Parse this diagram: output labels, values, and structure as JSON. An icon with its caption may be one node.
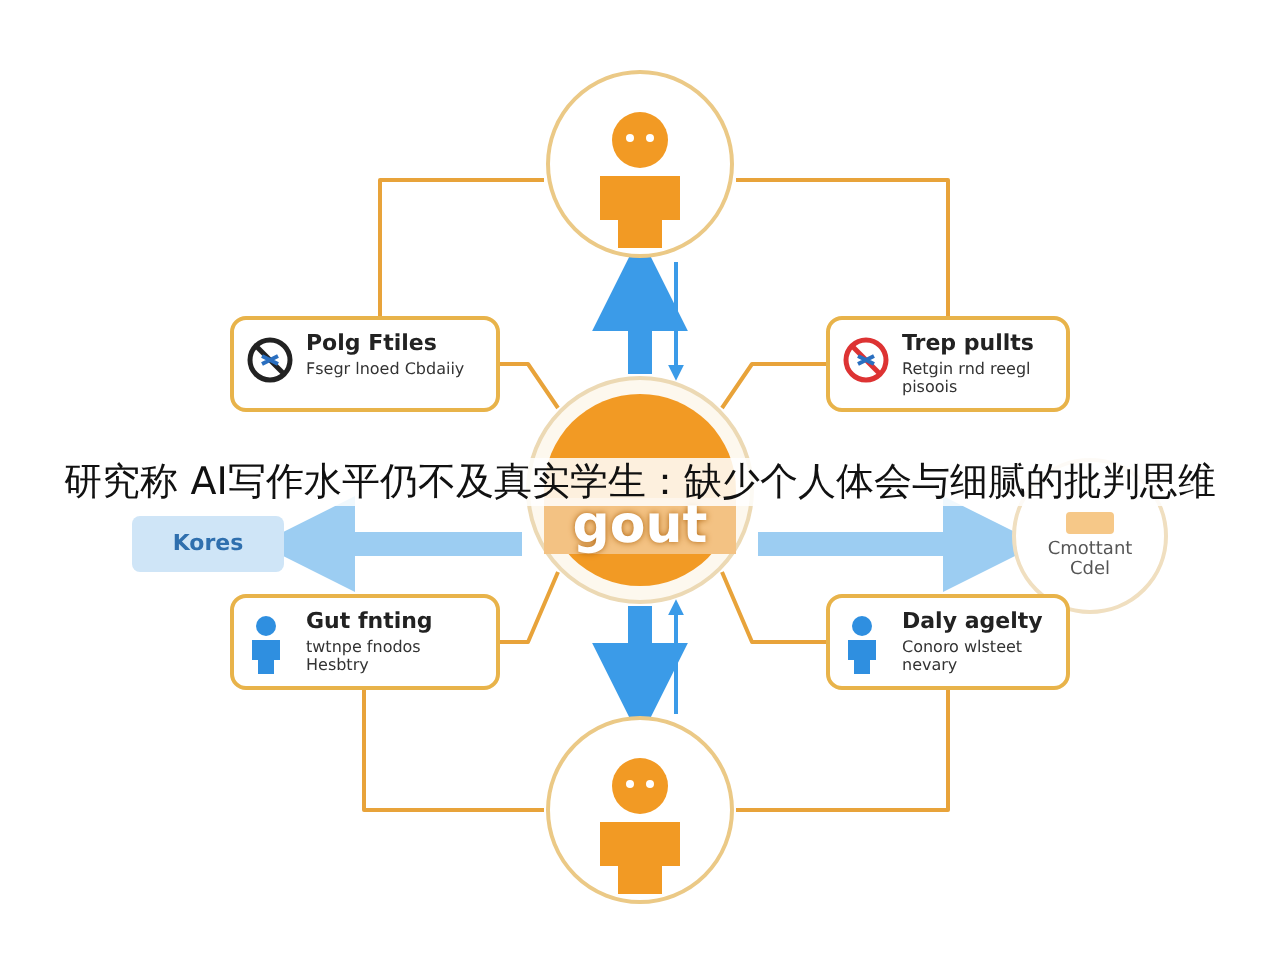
{
  "diagram": {
    "title": "研究称 AI写作水平仍不及真实学生：缺少个人体会与细腻的批判思维",
    "nodes": [
      {
        "text": [
          "gout"
        ]
      },
      {
        "text": [],
        "shape": "circle"
      },
      {
        "text": [
          "Polg Ftiles",
          "Fsegr lnoed Cbdaiiy"
        ]
      },
      {
        "text": [
          "Trep pullts",
          "Retgin rnd reegl pisoois"
        ]
      },
      {
        "text": [
          "Kores"
        ]
      },
      {
        "text": [
          "Cmottant Cdel"
        ]
      },
      {
        "text": [
          "Gut fnting",
          "twtnpe fnodos Hesbtry"
        ]
      },
      {
        "text": [
          "Daly agelty",
          "Conoro wlsteet nevary"
        ]
      },
      {
        "text": [],
        "shape": "circle"
      }
    ],
    "edges": [
      {
        "from": 1,
        "to": 2,
        "arrow": "none"
      },
      {
        "from": 1,
        "to": 3,
        "arrow": "none"
      },
      {
        "from": 2,
        "to": 0,
        "arrow": "none"
      },
      {
        "from": 3,
        "to": 0,
        "arrow": "none"
      },
      {
        "from": 0,
        "to": 6,
        "arrow": "none"
      },
      {
        "from": 0,
        "to": 7,
        "arrow": "none"
      },
      {
        "from": 6,
        "to": 8,
        "arrow": "none"
      },
      {
        "from": 7,
        "to": 8,
        "arrow": "none"
      },
      {
        "from": 0,
        "to": 1,
        "arrow": "to",
        "style": "thick",
        "color": "#3b9be8"
      },
      {
        "from": 0,
        "to": 8,
        "arrow": "to",
        "style": "thick",
        "color": "#3b9be8"
      },
      {
        "from": 0,
        "to": 4,
        "arrow": "to",
        "style": "thick",
        "color": "#9ccdf2"
      },
      {
        "from": 0,
        "to": 5,
        "arrow": "to",
        "style": "thick",
        "color": "#9ccdf2"
      },
      {
        "from": 1,
        "to": 0,
        "arrow": "to",
        "color": "#3b9be8"
      },
      {
        "from": 8,
        "to": 0,
        "arrow": "to",
        "color": "#3b9be8"
      }
    ]
  }
}
